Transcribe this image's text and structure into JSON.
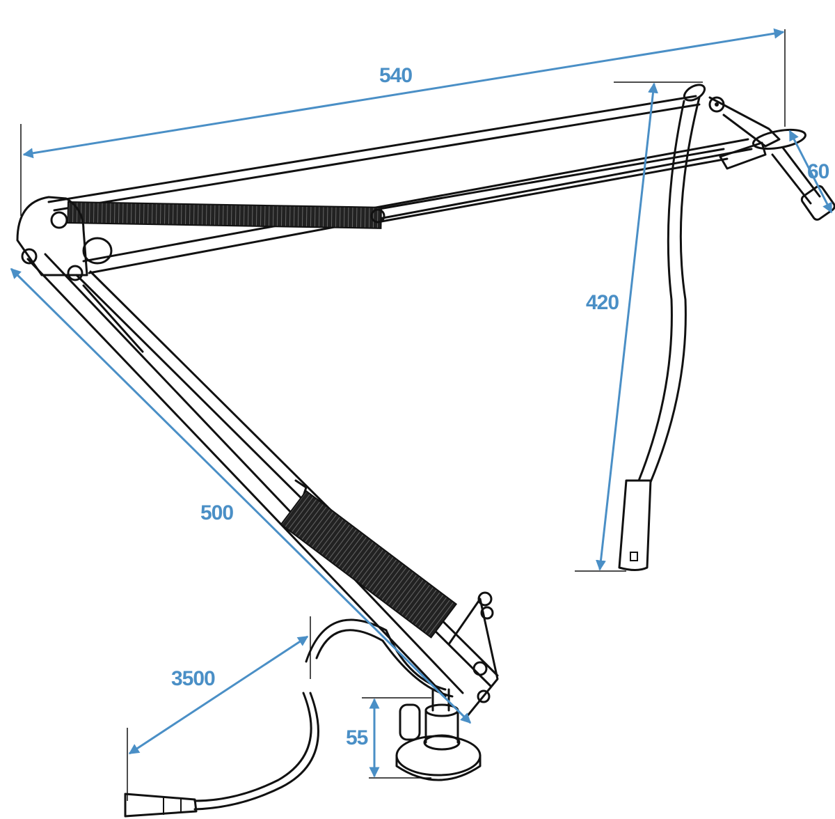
{
  "title": "Microphone boom arm dimensions",
  "accent_color": "#4a8fc6",
  "dimensions": {
    "upper_arm_length": "540",
    "gooseneck_length": "420",
    "mount_length": "60",
    "lower_arm_length": "500",
    "cable_length": "3500",
    "base_height": "55"
  }
}
